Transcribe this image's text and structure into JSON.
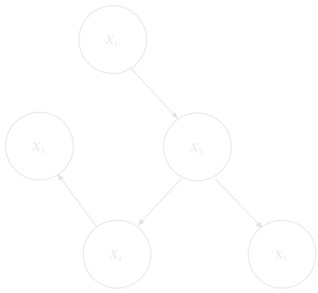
{
  "colors": {
    "background": "#ffffff",
    "stroke": "#e6e6e6",
    "text": "#e8e8e8"
  },
  "nodes": [
    {
      "id": "top",
      "var": "X",
      "sub": "1"
    },
    {
      "id": "middle",
      "var": "X",
      "sub": "2"
    },
    {
      "id": "left",
      "var": "X",
      "sub": "3"
    },
    {
      "id": "bottom-left",
      "var": "X",
      "sub": "4"
    },
    {
      "id": "bottom-right",
      "var": "X",
      "sub": "5"
    }
  ],
  "edges": [
    {
      "from": "top",
      "to": "middle"
    },
    {
      "from": "middle",
      "to": "bottom-left"
    },
    {
      "from": "middle",
      "to": "bottom-right"
    },
    {
      "from": "bottom-left",
      "to": "left"
    }
  ]
}
